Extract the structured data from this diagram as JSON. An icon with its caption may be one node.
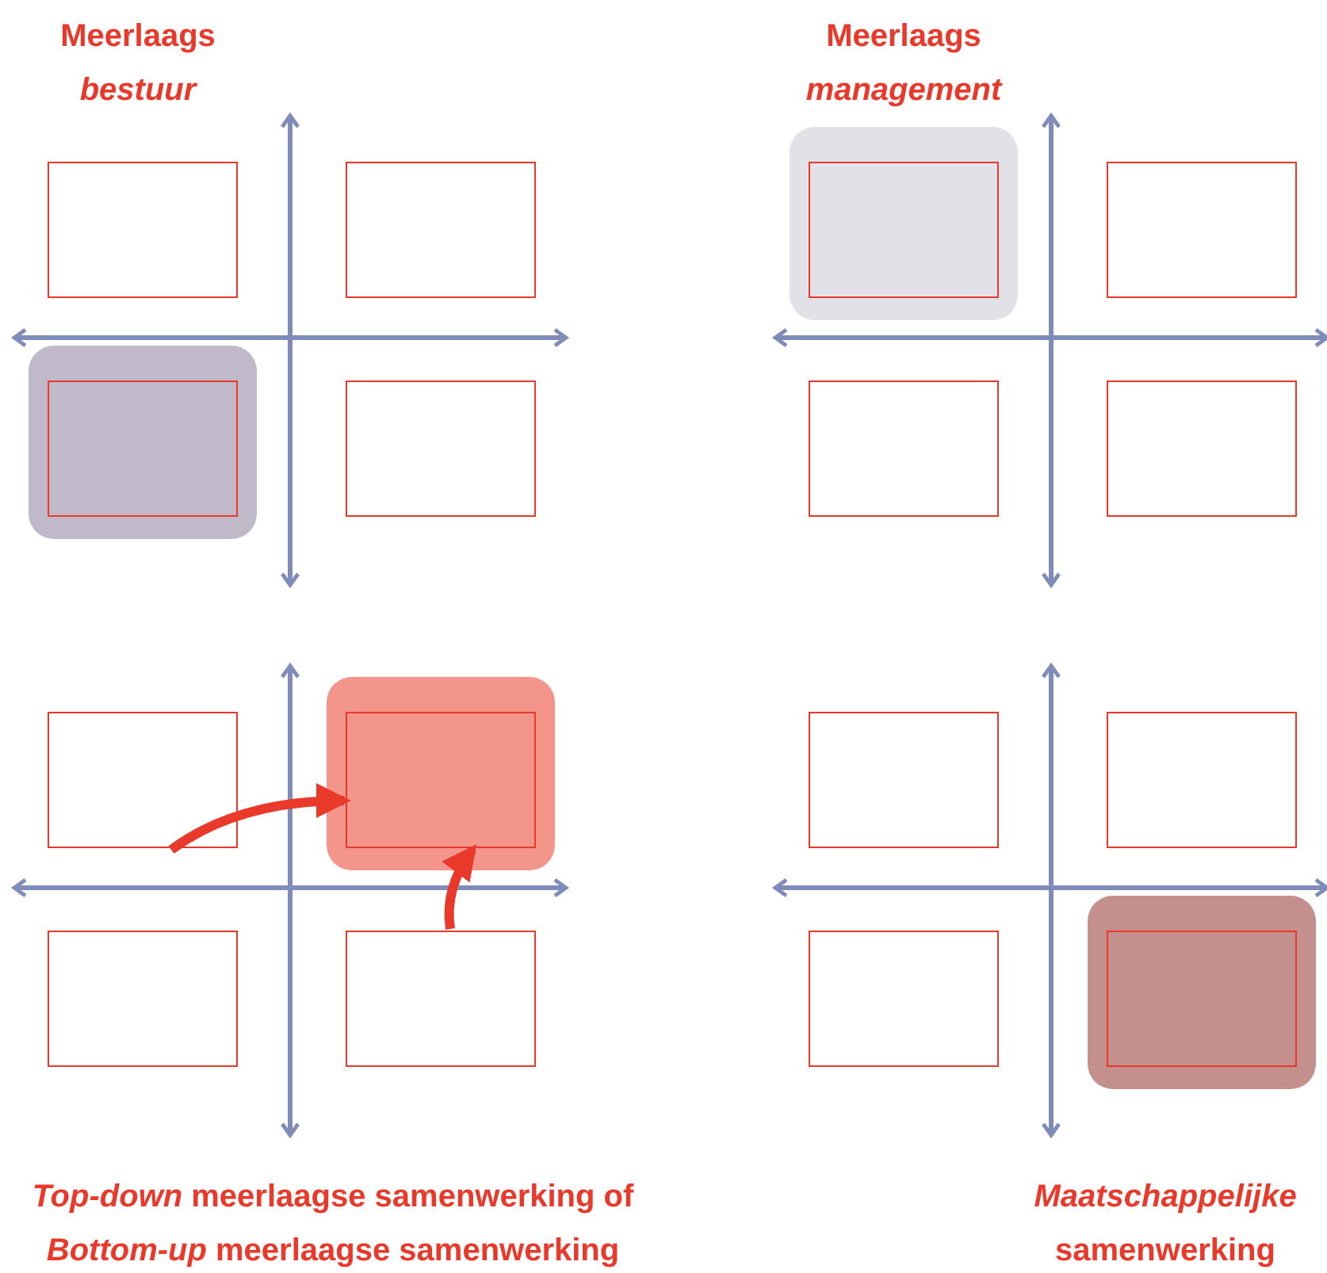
{
  "diagram": {
    "nodes": [
      {
        "text": [],
        "shape": "box"
      },
      {
        "text": [],
        "shape": "box"
      },
      {
        "text": [],
        "shape": "box"
      },
      {
        "text": [],
        "shape": "box"
      },
      {
        "text": [],
        "shape": "box"
      },
      {
        "text": [],
        "shape": "box"
      },
      {
        "text": [],
        "shape": "box"
      },
      {
        "text": [],
        "shape": "box"
      },
      {
        "text": [],
        "shape": "box"
      },
      {
        "text": [],
        "shape": "box"
      },
      {
        "text": [],
        "shape": "box"
      },
      {
        "text": [],
        "shape": "box"
      },
      {
        "text": [],
        "shape": "box"
      },
      {
        "text": [],
        "shape": "box"
      },
      {
        "text": [],
        "shape": "box"
      },
      {
        "text": [],
        "shape": "box"
      }
    ],
    "edges": [
      {
        "from": 8,
        "to": 9,
        "arrow": "to"
      },
      {
        "from": 11,
        "to": 9,
        "arrow": "to"
      }
    ],
    "labels": [
      "Meerlaags *bestuur*",
      "Meerlaags *management*",
      "*Top-down* meerlaagse samenwerking **of** *Bottom-up* meerlaagse samenwerking",
      "*Maatschappelijke* samenwerking"
    ]
  }
}
